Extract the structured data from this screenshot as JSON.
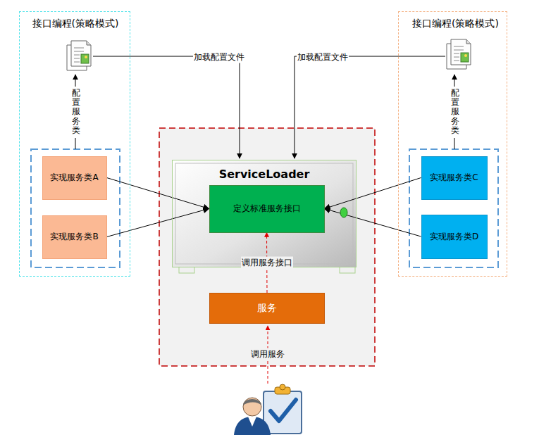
{
  "diagram": {
    "nodes": [
      {
        "text": [
          "接口编程(策略模式)"
        ]
      },
      {
        "text": [
          "实现服务类A"
        ],
        "in": 0
      },
      {
        "text": [
          "实现服务类B"
        ],
        "in": 0
      },
      {
        "text": [
          "接口编程(策略模式)"
        ]
      },
      {
        "text": [
          "实现服务类C"
        ],
        "in": 3
      },
      {
        "text": [
          "实现服务类D"
        ],
        "in": 3
      },
      {
        "text": [
          "ServiceLoader"
        ]
      },
      {
        "text": [
          "定义标准服务接口"
        ],
        "in": 6
      },
      {
        "text": [
          "服务"
        ]
      }
    ],
    "edges": [
      {
        "from": 1,
        "to": 7,
        "arrow": "to"
      },
      {
        "from": 2,
        "to": 7,
        "arrow": "to"
      },
      {
        "from": 4,
        "to": 7,
        "arrow": "to"
      },
      {
        "from": 5,
        "to": 7,
        "arrow": "to"
      },
      {
        "from": 8,
        "to": 7,
        "label": "调用服务接口",
        "arrow": "to"
      }
    ],
    "labels": [
      "配置服务类",
      "配置服务类",
      "加载配置文件",
      "加载配置文件",
      "调用服务"
    ]
  }
}
